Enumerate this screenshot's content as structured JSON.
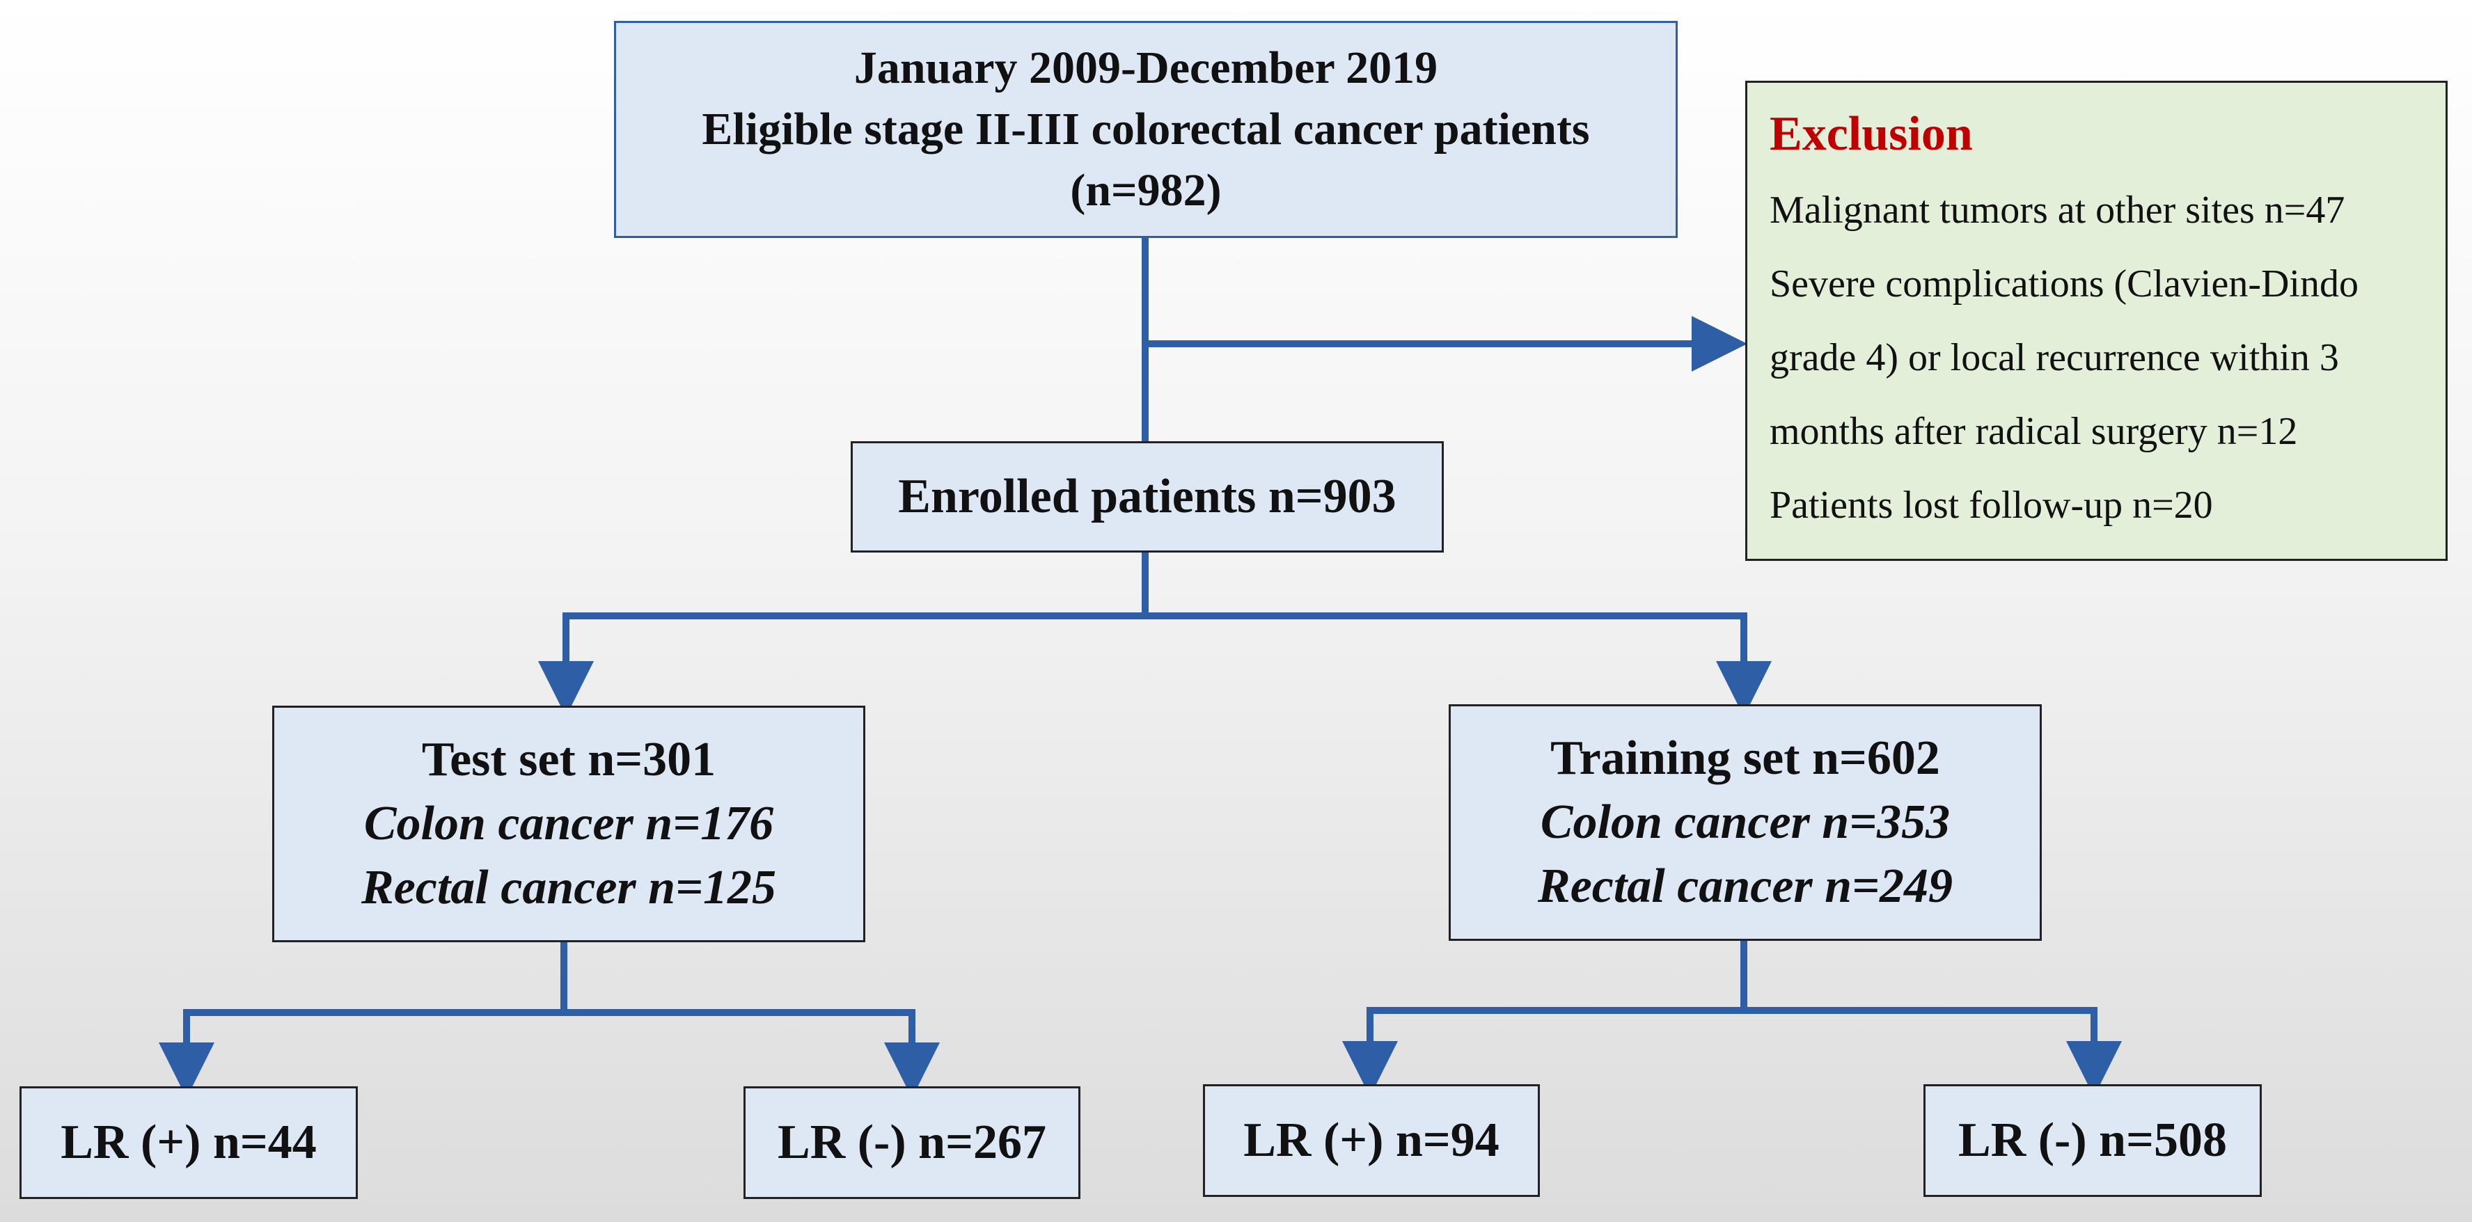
{
  "top_box": {
    "line1": "January 2009-December 2019",
    "line2": "Eligible stage II-III colorectal cancer patients",
    "line3": "(n=982)"
  },
  "exclusion": {
    "title": "Exclusion",
    "items": [
      "Malignant tumors at other sites n=47",
      "Severe complications (Clavien-Dindo",
      "grade 4) or local recurrence within 3",
      "months after radical surgery n=12",
      "Patients lost follow-up n=20"
    ]
  },
  "enrolled": {
    "label": "Enrolled patients n=903"
  },
  "test_set": {
    "title": "Test set n=301",
    "colon": "Colon cancer n=176",
    "rectal": "Rectal cancer n=125"
  },
  "training_set": {
    "title": "Training set n=602",
    "colon": "Colon cancer n=353",
    "rectal": "Rectal cancer n=249"
  },
  "outcomes": {
    "test_pos": "LR (+) n=44",
    "test_neg": "LR (-) n=267",
    "train_pos": "LR (+) n=94",
    "train_neg": "LR (-) n=508"
  },
  "colors": {
    "connector": "#2e5ea5",
    "box_fill": "#dde8f4",
    "exclusion_fill": "#e3efd9",
    "exclusion_title": "#c00000"
  }
}
